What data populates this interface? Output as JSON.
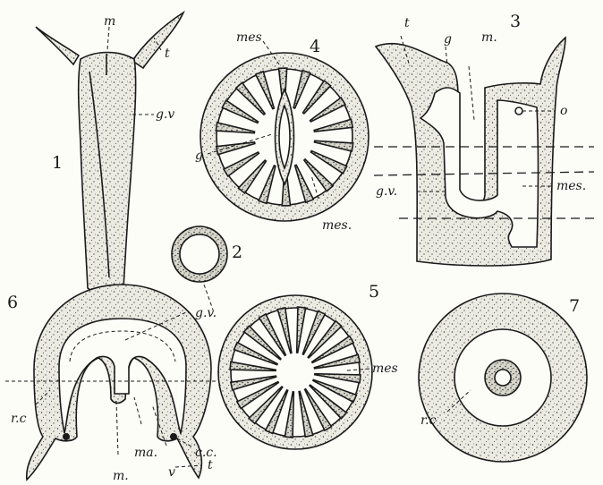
{
  "figures": {
    "fig1": {
      "number": "1",
      "labels": {
        "m": "m",
        "t": "t",
        "gv": "g.v"
      }
    },
    "fig2": {
      "number": "2"
    },
    "fig3": {
      "number": "3",
      "labels": {
        "t": "t",
        "g": "g",
        "m": "m.",
        "o": "o",
        "gv": "g.v.",
        "mes": "mes."
      }
    },
    "fig4": {
      "number": "4",
      "labels": {
        "mes_top": "mes",
        "g": "g",
        "mes_bottom": "mes."
      }
    },
    "fig5": {
      "number": "5",
      "labels": {
        "mes": "mes"
      }
    },
    "fig6": {
      "number": "6",
      "labels": {
        "gv": "g.v.",
        "rc": "r.c",
        "cc": "c.c.",
        "m": "m.",
        "ma": "ma.",
        "v": "v",
        "t": "t"
      }
    },
    "fig7": {
      "number": "7",
      "labels": {
        "rc": "r.c"
      }
    }
  },
  "colors": {
    "ink": "#1a1a1a",
    "paper": "#fdfdf8"
  }
}
